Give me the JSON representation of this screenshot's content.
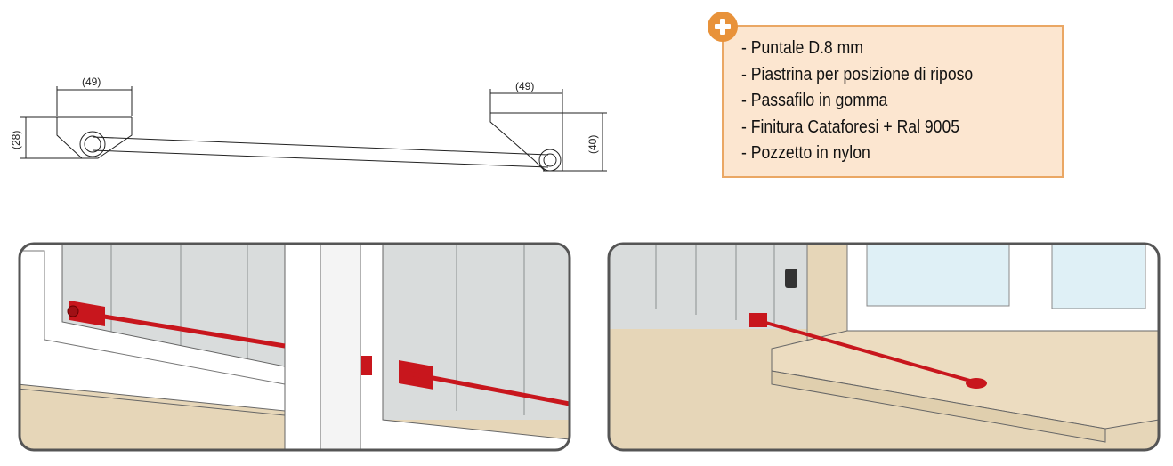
{
  "drawing": {
    "dimensions": {
      "left_width": "(49)",
      "left_height": "(28)",
      "right_width": "(49)",
      "right_height": "(40)"
    }
  },
  "features": {
    "icon": "plus-icon",
    "items": [
      "- Puntale D.8 mm",
      "- Piastrina per posizione di riposo",
      "- Passafilo in gomma",
      "- Finitura Cataforesi + Ral 9005",
      "- Pozzetto in nylon"
    ]
  },
  "colors": {
    "accent": "#e8923a",
    "box_fill": "#fce6d0",
    "rod": "#c8161d"
  }
}
